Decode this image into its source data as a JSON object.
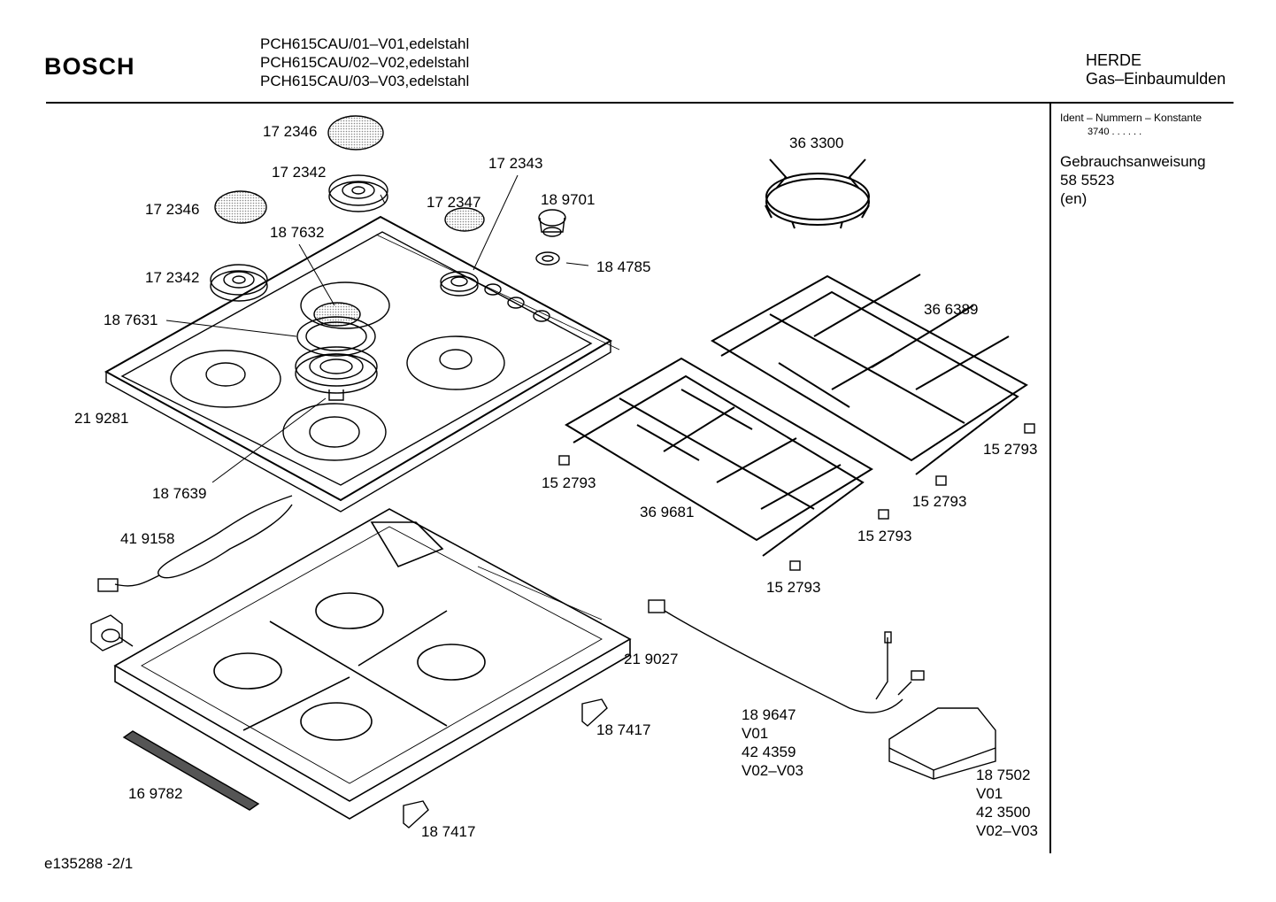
{
  "brand": "BOSCH",
  "models": [
    "PCH615CAU/01–V01,edelstahl",
    "PCH615CAU/02–V02,edelstahl",
    "PCH615CAU/03–V03,edelstahl"
  ],
  "category": {
    "line1": "HERDE",
    "line2": "Gas–Einbaumulden"
  },
  "ident": {
    "title": "Ident – Nummern – Konstante",
    "value": "3740  .  .  .  .  .  ."
  },
  "manual": {
    "label": "Gebrauchsanweisung",
    "number": "58 5523",
    "lang": "(en)"
  },
  "parts": {
    "p172346a": "17 2346",
    "p172342a": "17 2342",
    "p172346b": "17 2346",
    "p172347": "17 2347",
    "p172343": "17 2343",
    "p189701": "18 9701",
    "p187632": "18 7632",
    "p184785": "18 4785",
    "p172342b": "17 2342",
    "p187631": "18 7631",
    "p219281": "21 9281",
    "p187639": "18 7639",
    "p419158": "41 9158",
    "p363300": "36 3300",
    "p366389": "36 6389",
    "p152793a": "15 2793",
    "p152793b": "15 2793",
    "p152793c": "15 2793",
    "p152793d": "15 2793",
    "p152793e": "15 2793",
    "p369681": "36 9681",
    "p219027": "21 9027",
    "p187417a": "18 7417",
    "p187417b": "18 7417",
    "p169782": "16 9782",
    "harness": {
      "l1": "18 9647",
      "l2": "V01",
      "l3": "42 4359",
      "l4": "V02–V03"
    },
    "module": {
      "l1": "18 7502",
      "l2": "V01",
      "l3": "42 3500",
      "l4": "V02–V03"
    }
  },
  "footer": "e135288  -2/1"
}
